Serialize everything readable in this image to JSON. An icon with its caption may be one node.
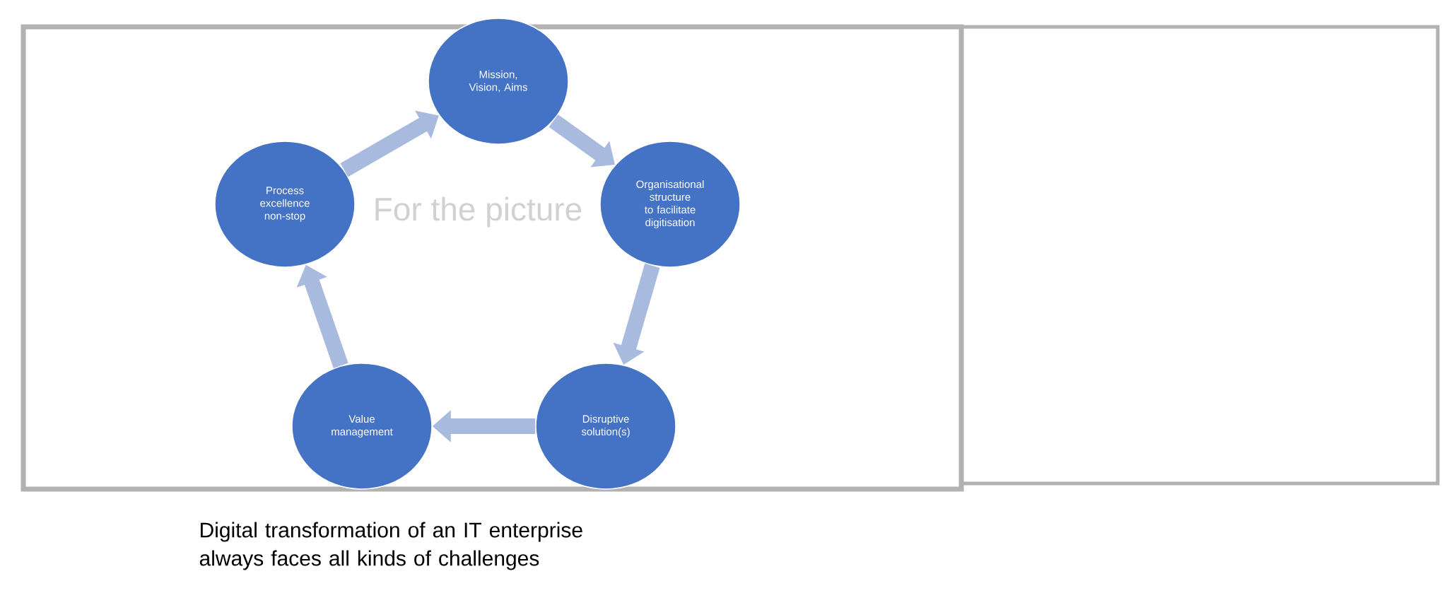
{
  "diagram": {
    "caption": "Digital transformation of an IT enterprise always faces all kinds of challenges",
    "nodes": [
      {
        "text": [
          "Mission, Vision, Aims"
        ]
      },
      {
        "text": [
          "Organisational structure to facilitate digitisation"
        ]
      },
      {
        "text": [
          "Disruptive solution(s)"
        ]
      },
      {
        "text": [
          "Value management"
        ]
      },
      {
        "text": [
          "Process excellence non-stop"
        ]
      }
    ],
    "edges": [
      {
        "from": 0,
        "to": 1,
        "arrow": "to"
      },
      {
        "from": 1,
        "to": 2,
        "arrow": "to"
      },
      {
        "from": 2,
        "to": 3,
        "arrow": "to"
      },
      {
        "from": 3,
        "to": 4,
        "arrow": "to"
      },
      {
        "from": 4,
        "to": 0,
        "arrow": "to"
      }
    ],
    "labels": [
      "For the picture"
    ]
  }
}
